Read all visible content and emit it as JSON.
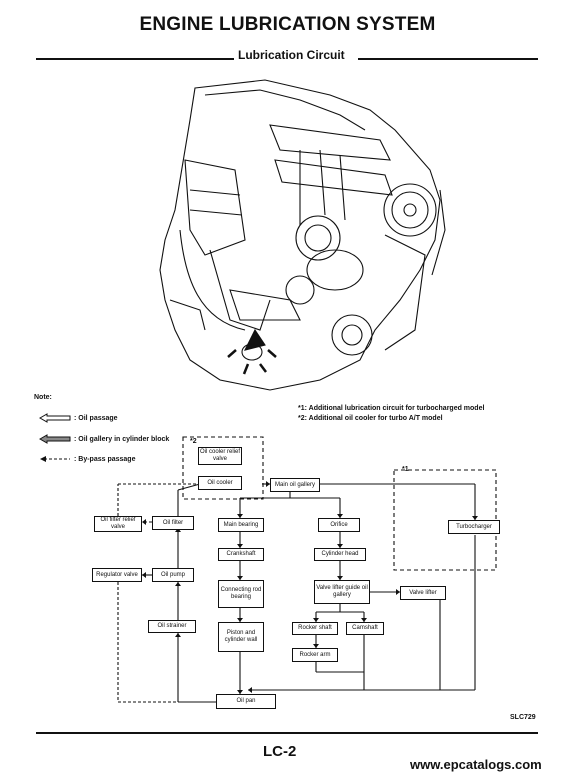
{
  "header": {
    "title": "ENGINE LUBRICATION SYSTEM",
    "subtitle": "Lubrication Circuit"
  },
  "legend": {
    "note_label": "Note:",
    "oil_passage": ": Oil passage",
    "oil_gallery": ": Oil gallery in cylinder block",
    "bypass": ": By-pass passage"
  },
  "footnotes": {
    "f1": "*1:  Additional lubrication circuit for turbocharged model",
    "f2": "*2:  Additional oil cooler for turbo A/T model"
  },
  "diagram": {
    "mark_2": "*2",
    "mark_1": "*1",
    "boxes": {
      "oil_cooler_relief": "Oil cooler relief valve",
      "oil_cooler": "Oil cooler",
      "main_gallery": "Main oil gallery",
      "oil_filter_relief": "Oil filter relief valve",
      "oil_filter": "Oil filter",
      "main_bearing": "Main bearing",
      "orifice": "Orifice",
      "turbocharger": "Turbocharger",
      "crankshaft": "Crankshaft",
      "cylinder_head": "Cylinder head",
      "regulator": "Regulator valve",
      "oil_pump": "Oil pump",
      "conrod_bearing": "Connecting rod bearing",
      "valve_lifter_gallery": "Valve lifter guide oil gallery",
      "valve_lifter": "Valve lifter",
      "oil_strainer": "Oil strainer",
      "piston": "Piston and cylinder wall",
      "rocker_shaft": "Rocker shaft",
      "camshaft": "Camshaft",
      "rocker_arm": "Rocker arm",
      "oil_pan": "Oil pan"
    }
  },
  "figure_code": "SLC729",
  "page_number": "LC-2",
  "website": "www.epcatalogs.com"
}
